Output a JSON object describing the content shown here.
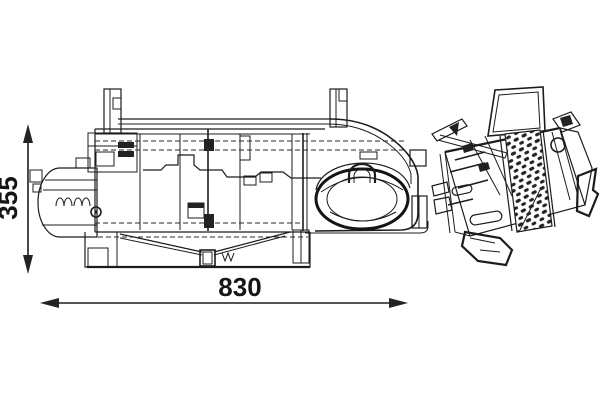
{
  "figure": {
    "kind": "technical line drawing",
    "background_color": "#ffffff",
    "line_color": "#1c1c1c",
    "views": {
      "left": "side elevation of heater / blower assembly",
      "right": "isometric view with heat-exchanger core"
    }
  },
  "dimensions": {
    "height_label": "355",
    "width_label": "830"
  }
}
